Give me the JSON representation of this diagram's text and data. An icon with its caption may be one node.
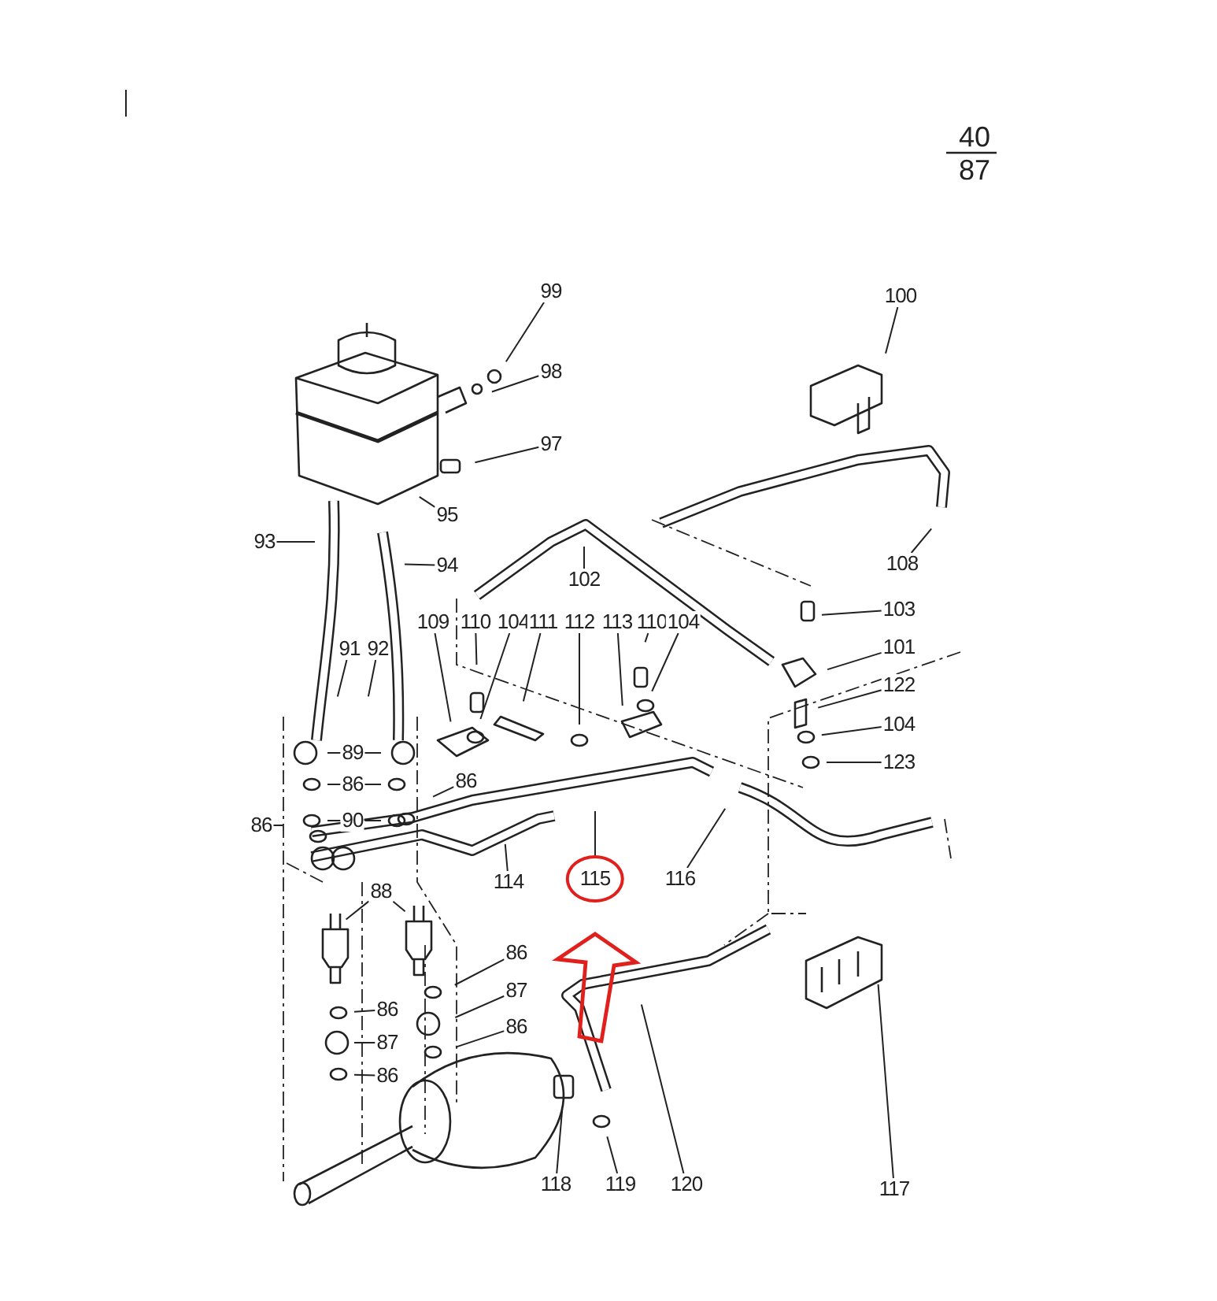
{
  "diagram": {
    "nodes": [
      {
        "text": [
          "99"
        ]
      },
      {
        "text": [
          "98"
        ]
      },
      {
        "text": [
          "97"
        ]
      },
      {
        "text": [
          "95"
        ]
      },
      {
        "text": [
          "93"
        ]
      },
      {
        "text": [
          "94"
        ]
      },
      {
        "text": [
          "100"
        ]
      },
      {
        "text": [
          "102"
        ]
      },
      {
        "text": [
          "108"
        ]
      },
      {
        "text": [
          "103"
        ]
      },
      {
        "text": [
          "101"
        ]
      },
      {
        "text": [
          "122"
        ]
      },
      {
        "text": [
          "104"
        ]
      },
      {
        "text": [
          "123"
        ]
      },
      {
        "text": [
          "109"
        ]
      },
      {
        "text": [
          "110"
        ]
      },
      {
        "text": [
          "104"
        ]
      },
      {
        "text": [
          "111"
        ]
      },
      {
        "text": [
          "112"
        ]
      },
      {
        "text": [
          "113"
        ]
      },
      {
        "text": [
          "110"
        ]
      },
      {
        "text": [
          "104"
        ]
      },
      {
        "text": [
          "91"
        ]
      },
      {
        "text": [
          "92"
        ]
      },
      {
        "text": [
          "89"
        ]
      },
      {
        "text": [
          "86"
        ]
      },
      {
        "text": [
          "90"
        ]
      },
      {
        "text": [
          "86"
        ]
      },
      {
        "text": [
          "86"
        ]
      },
      {
        "text": [
          "114"
        ]
      },
      {
        "text": [
          "115"
        ]
      },
      {
        "text": [
          "116"
        ]
      },
      {
        "text": [
          "88"
        ]
      },
      {
        "text": [
          "86"
        ]
      },
      {
        "text": [
          "87"
        ]
      },
      {
        "text": [
          "86"
        ]
      },
      {
        "text": [
          "86"
        ]
      },
      {
        "text": [
          "87"
        ]
      },
      {
        "text": [
          "86"
        ]
      },
      {
        "text": [
          "118"
        ]
      },
      {
        "text": [
          "119"
        ]
      },
      {
        "text": [
          "120"
        ]
      },
      {
        "text": [
          "117"
        ]
      }
    ],
    "edges": [
      {
        "from": 0,
        "to": null,
        "arrow": "none"
      },
      {
        "from": 1,
        "to": null,
        "arrow": "none"
      },
      {
        "from": 2,
        "to": null,
        "arrow": "none"
      },
      {
        "from": 3,
        "to": null,
        "arrow": "none"
      },
      {
        "from": 4,
        "to": null,
        "arrow": "none"
      },
      {
        "from": 5,
        "to": null,
        "arrow": "none"
      },
      {
        "from": 6,
        "to": null,
        "arrow": "none"
      },
      {
        "from": 7,
        "to": null,
        "arrow": "none"
      },
      {
        "from": 8,
        "to": null,
        "arrow": "none"
      },
      {
        "from": 9,
        "to": null,
        "arrow": "none"
      },
      {
        "from": 10,
        "to": null,
        "arrow": "none"
      },
      {
        "from": 11,
        "to": null,
        "arrow": "none"
      },
      {
        "from": 12,
        "to": null,
        "arrow": "none"
      },
      {
        "from": 13,
        "to": null,
        "arrow": "none"
      },
      {
        "from": 14,
        "to": null,
        "arrow": "none"
      },
      {
        "from": 15,
        "to": null,
        "arrow": "none"
      },
      {
        "from": 16,
        "to": null,
        "arrow": "none"
      },
      {
        "from": 17,
        "to": null,
        "arrow": "none"
      },
      {
        "from": 18,
        "to": null,
        "arrow": "none"
      },
      {
        "from": 19,
        "to": null,
        "arrow": "none"
      },
      {
        "from": 20,
        "to": null,
        "arrow": "none"
      },
      {
        "from": 21,
        "to": null,
        "arrow": "none"
      },
      {
        "from": 22,
        "to": null,
        "arrow": "none"
      },
      {
        "from": 23,
        "to": null,
        "arrow": "none"
      },
      {
        "from": 24,
        "to": null,
        "arrow": "none"
      },
      {
        "from": 24,
        "to": null,
        "arrow": "none"
      },
      {
        "from": 25,
        "to": null,
        "arrow": "none"
      },
      {
        "from": 25,
        "to": null,
        "arrow": "none"
      },
      {
        "from": 26,
        "to": null,
        "arrow": "none"
      },
      {
        "from": 26,
        "to": null,
        "arrow": "none"
      },
      {
        "from": 27,
        "to": null,
        "arrow": "none"
      },
      {
        "from": 28,
        "to": null,
        "arrow": "none"
      },
      {
        "from": 29,
        "to": null,
        "arrow": "none"
      },
      {
        "from": 30,
        "to": null,
        "arrow": "none"
      },
      {
        "from": 31,
        "to": null,
        "arrow": "none"
      },
      {
        "from": 32,
        "to": null,
        "arrow": "none"
      },
      {
        "from": 32,
        "to": null,
        "arrow": "none"
      },
      {
        "from": 33,
        "to": null,
        "arrow": "none"
      },
      {
        "from": 34,
        "to": null,
        "arrow": "none"
      },
      {
        "from": 35,
        "to": null,
        "arrow": "none"
      },
      {
        "from": 36,
        "to": null,
        "arrow": "none"
      },
      {
        "from": 37,
        "to": null,
        "arrow": "none"
      },
      {
        "from": 38,
        "to": null,
        "arrow": "none"
      },
      {
        "from": 39,
        "to": null,
        "arrow": "none"
      },
      {
        "from": 40,
        "to": null,
        "arrow": "none"
      },
      {
        "from": 41,
        "to": null,
        "arrow": "none"
      },
      {
        "from": 42,
        "to": null,
        "arrow": "none"
      },
      {
        "from": null,
        "to": 30,
        "arrow": "to",
        "style": "thick",
        "color": "#e0201c"
      }
    ],
    "labels": [
      "40",
      "87"
    ]
  }
}
